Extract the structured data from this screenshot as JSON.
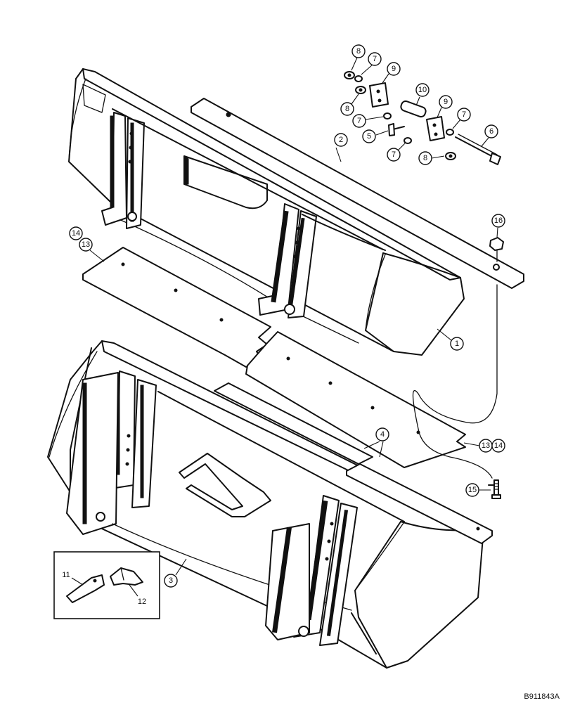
{
  "figure_ref": "B911843A",
  "callouts": {
    "c1": "1",
    "c2": "2",
    "c3": "3",
    "c4": "4",
    "c5": "5",
    "c6": "6",
    "c7a": "7",
    "c7b": "7",
    "c7c": "7",
    "c7d": "7",
    "c8a": "8",
    "c8b": "8",
    "c8c": "8",
    "c9a": "9",
    "c9b": "9",
    "c10": "10",
    "c11": "11",
    "c12": "12",
    "c13a": "13",
    "c13b": "13",
    "c14a": "14",
    "c14b": "14",
    "c15": "15",
    "c16": "16"
  }
}
